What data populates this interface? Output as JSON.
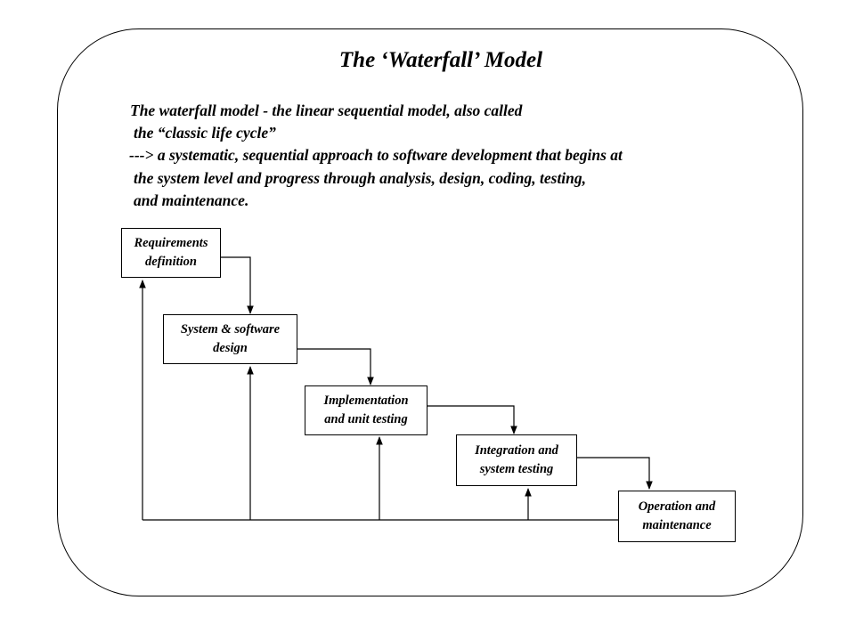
{
  "title": "The ‘Waterfall’ Model",
  "description": {
    "line1": "The waterfall model - the linear sequential model, also called",
    "line2": "the “classic life cycle”",
    "line3": "---> a systematic, sequential approach to software development that begins at",
    "line4": "the system level and progress through analysis, design, coding, testing,",
    "line5": "and maintenance."
  },
  "stages": [
    {
      "label": "Requirements\ndefinition"
    },
    {
      "label": "System & software\ndesign"
    },
    {
      "label": "Implementation\nand unit testing"
    },
    {
      "label": "Integration and\nsystem testing"
    },
    {
      "label": "Operation and\nmaintenance"
    }
  ]
}
